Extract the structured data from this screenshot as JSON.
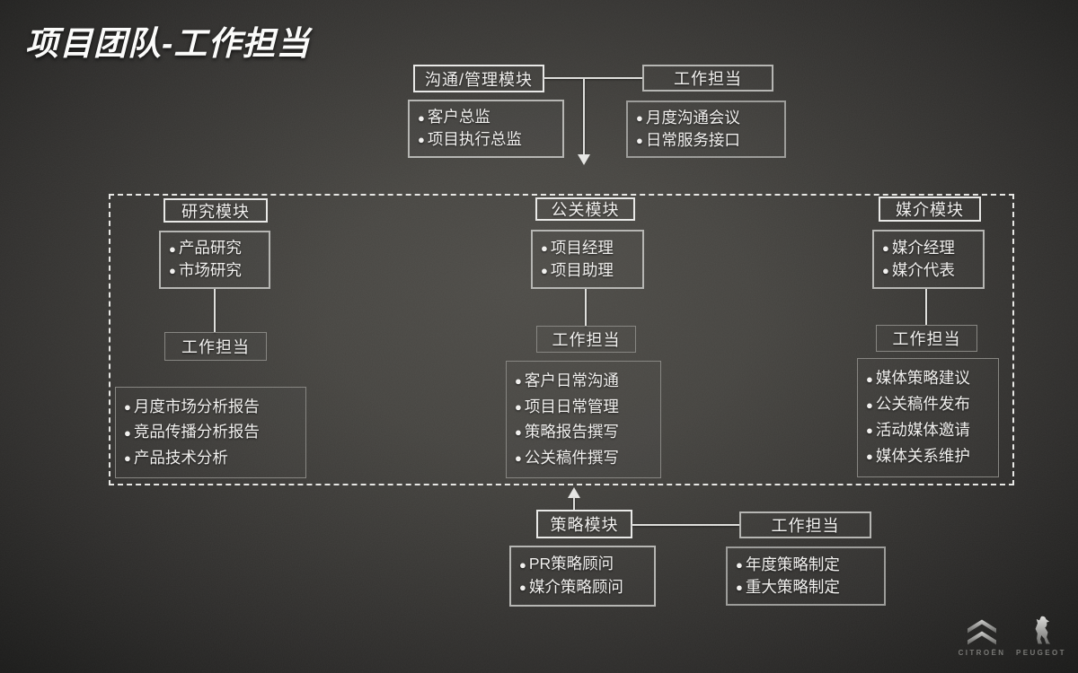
{
  "slide": {
    "title": "项目团队-工作担当",
    "bullet_char": "●"
  },
  "top": {
    "module_label": "沟通/管理模块",
    "duty_label": "工作担当",
    "module_items": [
      "客户总监",
      "项目执行总监"
    ],
    "duty_items": [
      "月度沟通会议",
      "日常服务接口"
    ]
  },
  "columns": [
    {
      "module_label": "研究模块",
      "members": [
        "产品研究",
        "市场研究"
      ],
      "duty_label": "工作担当",
      "duties": [
        "月度市场分析报告",
        "竞品传播分析报告",
        "产品技术分析"
      ]
    },
    {
      "module_label": "公关模块",
      "members": [
        "项目经理",
        "项目助理"
      ],
      "duty_label": "工作担当",
      "duties": [
        "客户日常沟通",
        "项目日常管理",
        "策略报告撰写",
        "公关稿件撰写"
      ]
    },
    {
      "module_label": "媒介模块",
      "members": [
        "媒介经理",
        "媒介代表"
      ],
      "duty_label": "工作担当",
      "duties": [
        "媒体策略建议",
        "公关稿件发布",
        "活动媒体邀请",
        "媒体关系维护"
      ]
    }
  ],
  "bottom": {
    "module_label": "策略模块",
    "duty_label": "工作担当",
    "module_items": [
      "PR策略顾问",
      "媒介策略顾问"
    ],
    "duty_items": [
      "年度策略制定",
      "重大策略制定"
    ]
  },
  "footer": {
    "citroen_label": "CITROËN",
    "peugeot_label": "PEUGEOT"
  },
  "colors": {
    "background_center": "#343330",
    "background_edge": "#181817",
    "text": "#f1f0ee",
    "border_bright": "#e8e8e6",
    "border_dim": "#84837f"
  }
}
